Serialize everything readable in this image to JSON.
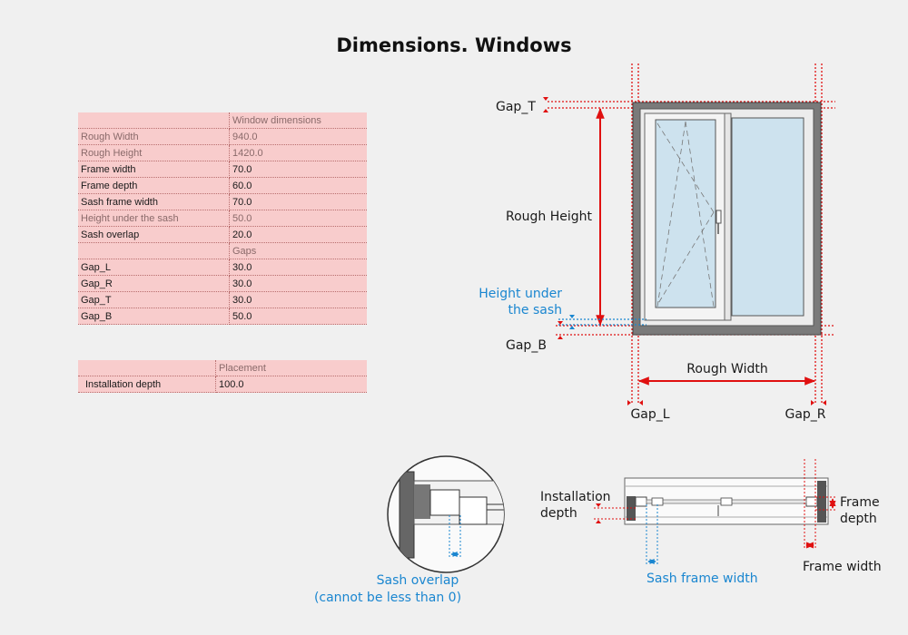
{
  "page": {
    "title": "Dimensions. Windows"
  },
  "window_table": {
    "rows": [
      {
        "label": "",
        "value": "Window dimensions",
        "kind": "hdr"
      },
      {
        "label": "Rough Width",
        "value": "940.0",
        "kind": "ro"
      },
      {
        "label": "Rough Height",
        "value": "1420.0",
        "kind": "ro"
      },
      {
        "label": "Frame width",
        "value": "70.0",
        "kind": "val"
      },
      {
        "label": "Frame depth",
        "value": "60.0",
        "kind": "val"
      },
      {
        "label": "Sash frame width",
        "value": "70.0",
        "kind": "val"
      },
      {
        "label": "Height under the sash",
        "value": "50.0",
        "kind": "ro"
      },
      {
        "label": "Sash overlap",
        "value": "20.0",
        "kind": "val"
      },
      {
        "label": "",
        "value": "Gaps",
        "kind": "hdr"
      },
      {
        "label": "Gap_L",
        "value": "30.0",
        "kind": "val"
      },
      {
        "label": "Gap_R",
        "value": "30.0",
        "kind": "val"
      },
      {
        "label": "Gap_T",
        "value": "30.0",
        "kind": "val"
      },
      {
        "label": "Gap_B",
        "value": "50.0",
        "kind": "val"
      }
    ]
  },
  "placement_table": {
    "header": "Placement",
    "rows": [
      {
        "label": "Installation depth",
        "value": "100.0"
      }
    ]
  },
  "diagram": {
    "gap_t": "Gap_T",
    "rough_height": "Rough Height",
    "height_under_sash_1": "Height under",
    "height_under_sash_2": "the sash",
    "gap_b": "Gap_B",
    "rough_width": "Rough Width",
    "gap_l": "Gap_L",
    "gap_r": "Gap_R",
    "sash_overlap_1": "Sash overlap",
    "sash_overlap_2": "(cannot be less than 0)",
    "installation_depth_1": "Installation",
    "installation_depth_2": "depth",
    "frame_depth_1": "Frame",
    "frame_depth_2": "depth",
    "sash_frame_width": "Sash frame width",
    "frame_width": "Frame width"
  },
  "colors": {
    "dimension_red": "#e01010",
    "annotation_blue": "#1a86d0",
    "table_pink": "#f8cccc",
    "glass": "#cde2ee",
    "wall": "#6a6a6a"
  }
}
